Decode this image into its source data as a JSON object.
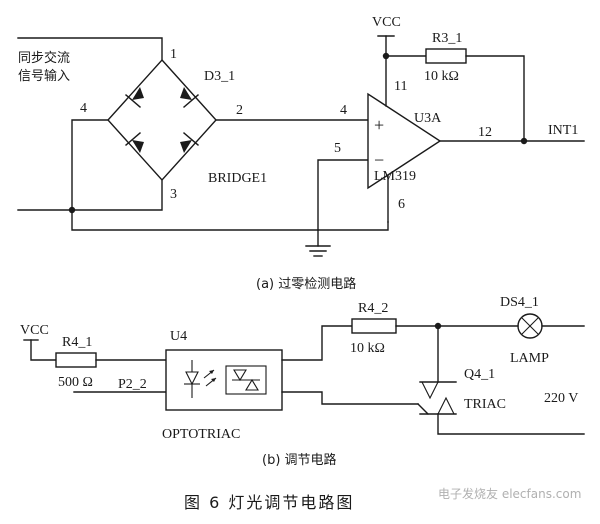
{
  "diagram": {
    "labels": {
      "input_line1": "同步交流",
      "input_line2": "信号输入",
      "pin1": "1",
      "pin2": "2",
      "pin3": "3",
      "pin4_bridge": "4",
      "bridge_diode": "D3_1",
      "bridge_name": "BRIDGE1",
      "vcc_top": "VCC",
      "r31_name": "R3_1",
      "r31_value": "10 kΩ",
      "pin11": "11",
      "opamp_name": "U3A",
      "opamp_pin4": "4",
      "opamp_pin5": "5",
      "opamp_pin12": "12",
      "opamp_pin6": "6",
      "opamp_part": "LM319",
      "plus_sign": "+",
      "minus_sign": "−",
      "output_net": "INT1",
      "caption_a": "(a) 过零检测电路",
      "vcc_bottom": "VCC",
      "r41_name": "R4_1",
      "r41_value": "500 Ω",
      "p2_2": "P2_2",
      "u4_name": "U4",
      "opto_name": "OPTOTRIAC",
      "r42_name": "R4_2",
      "r42_value": "10 kΩ",
      "lamp_ref": "DS4_1",
      "lamp_name": "LAMP",
      "triac_ref": "Q4_1",
      "triac_name": "TRIAC",
      "voltage": "220 V",
      "caption_b": "(b) 调节电路",
      "figure_title": "图 6   灯光调节电路图",
      "watermark": "电子发烧友 elecfans.com"
    }
  }
}
